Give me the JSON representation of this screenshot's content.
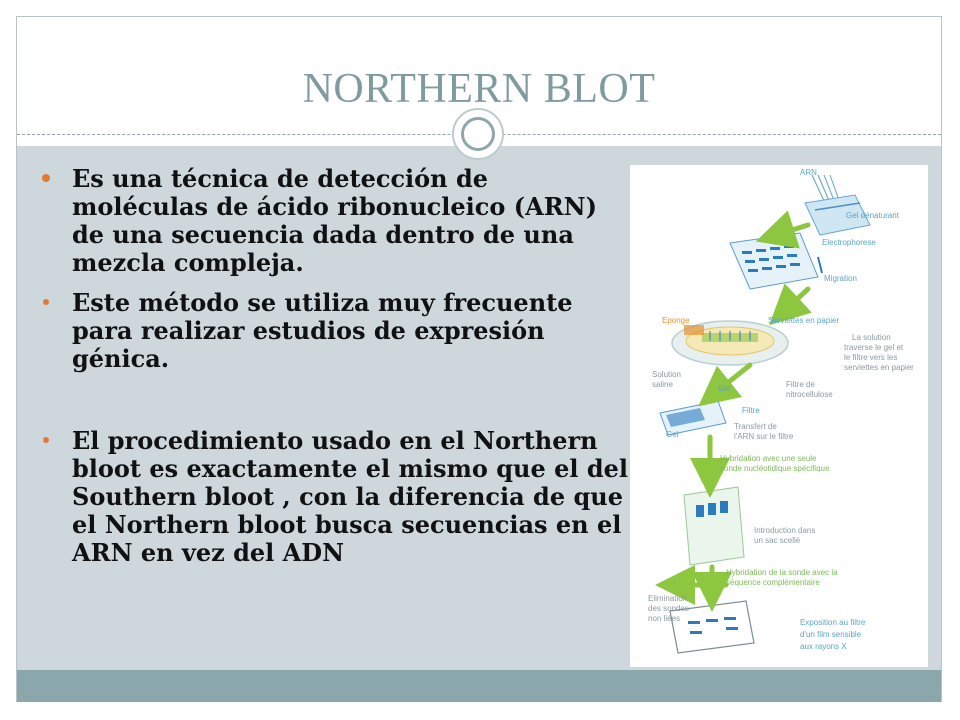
{
  "slide": {
    "title": "NORTHERN BLOT",
    "bullets": [
      " Es una técnica de detección de moléculas de ácido ribonucleico (ARN) de una secuencia dada dentro de una mezcla compleja.",
      "Este método se utiliza muy frecuente para realizar estudios de expresión génica.",
      " El procedimiento usado en el Northern bloot es exactamente el mismo que el del Southern bloot , con la diferencia de que el Northern bloot busca secuencias en el ARN en vez del ADN"
    ]
  },
  "figure": {
    "labels": {
      "arn": "ARN",
      "gel_denat": "Gel dénaturant",
      "electrophorese": "Electrophorese",
      "migration": "Migration",
      "eponge": "Eponge",
      "serviettes": "Serviettes en papier",
      "solution1": "La solution",
      "solution2": "traverse le gel et",
      "solution3": "le filtre vers les",
      "solution4": "serviettes en papier",
      "saline1": "Solution",
      "saline2": "saline",
      "gel1": "Gel",
      "filtre_nitro1": "Filtre de",
      "filtre_nitro2": "nitrocellulose",
      "filtre": "Filtre",
      "transfert1": "Transfert de",
      "transfert2": "l'ARN sur le filtre",
      "gel2": "Gel",
      "hyb1a": "Hybridation avec une seule",
      "hyb1b": "sonde nucléotidique spécifique",
      "intro1": "Introduction dans",
      "intro2": "un sac scellé",
      "hyb2a": "Hybridation de la sonde avec la",
      "hyb2b": "séquence complémentaire",
      "elim1": "Elimination",
      "elim2": "des sondes",
      "elim3": "non liées",
      "expo1": "Exposition au filtre",
      "expo2": "d'un film sensible",
      "expo3": "aux rayons X"
    },
    "colors": {
      "arrow_green": "#8dc63f",
      "arrow_blue": "#2b7bbf",
      "label_blue": "#5aa6c4",
      "sponge_orange": "#e4922e"
    }
  }
}
